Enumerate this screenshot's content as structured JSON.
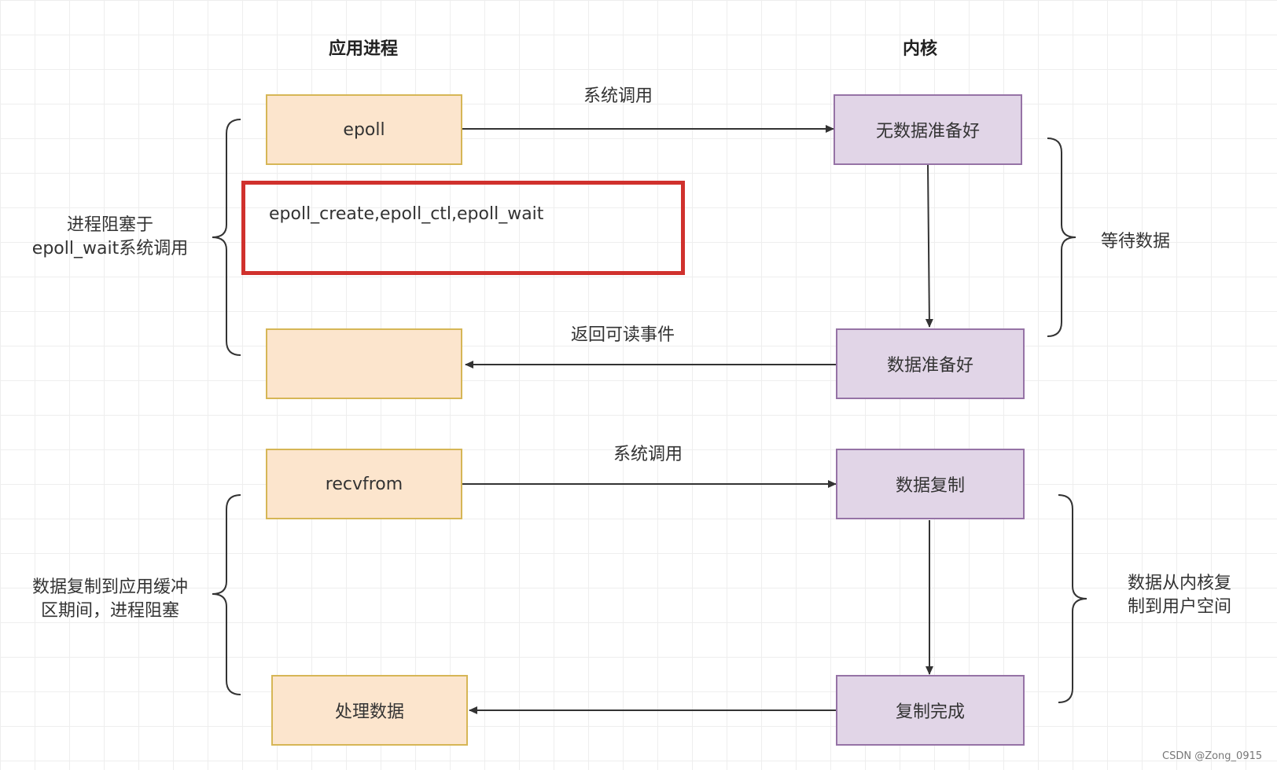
{
  "headers": {
    "app": "应用进程",
    "kernel": "内核"
  },
  "app_nodes": {
    "epoll": "epoll",
    "blank": "",
    "recvfrom": "recvfrom",
    "process": "处理数据"
  },
  "kernel_nodes": {
    "no_data": "无数据准备好",
    "data_ready": "数据准备好",
    "copy_data": "数据复制",
    "copy_done": "复制完成"
  },
  "edge_labels": {
    "syscall_1": "系统调用",
    "return_readable": "返回可读事件",
    "syscall_2": "系统调用"
  },
  "highlight_text": "epoll_create,epoll_ctl,epoll_wait",
  "side_labels": {
    "block_epoll_line1": "进程阻塞于",
    "block_epoll_line2": "epoll_wait系统调用",
    "wait_data": "等待数据",
    "copy_block_line1": "数据复制到应用缓冲",
    "copy_block_line2": "区期间，进程阻塞",
    "kernel_copy_line1": "数据从内核复",
    "kernel_copy_line2": "制到用户空间"
  },
  "watermark": "CSDN @Zong_0915",
  "colors": {
    "app_fill": "#fce5cd",
    "app_border": "#d6b656",
    "kernel_fill": "#e1d5e7",
    "kernel_border": "#9673a6",
    "highlight_border": "#d0312d",
    "arrow": "#333333"
  }
}
